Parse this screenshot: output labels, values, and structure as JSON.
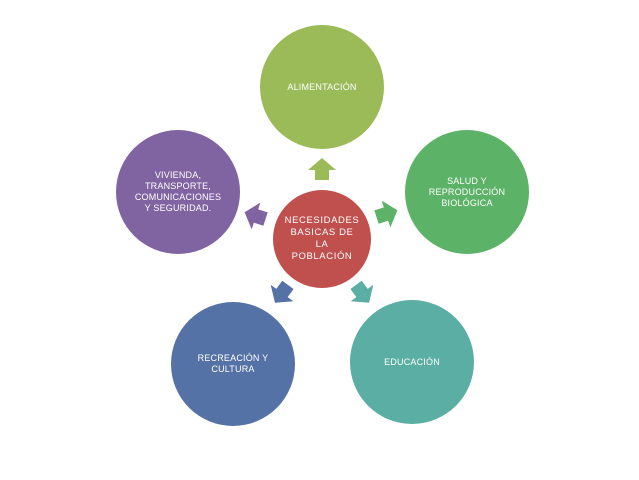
{
  "diagram": {
    "center": {
      "label": "NECESIDADES\nBASICAS DE\nLA\nPOBLACIÓN",
      "color": "#c0504d"
    },
    "nodes": [
      {
        "id": "alimentacion",
        "label": "ALIMENTACIÓN",
        "color": "#9bbb59"
      },
      {
        "id": "salud",
        "label": "SALUD Y\nREPRODUCCIÓN\nBIOLÓGICA",
        "color": "#5cb266"
      },
      {
        "id": "educacion",
        "label": "EDUCACIÓN",
        "color": "#5aaea3"
      },
      {
        "id": "recreacion",
        "label": "RECREACIÓN Y\nCULTURA",
        "color": "#5572a6"
      },
      {
        "id": "vivienda",
        "label": "VIVIENDA,\nTRANSPORTE,\nCOMUNICACIONES\nY SEGURIDAD.",
        "color": "#8064a2"
      }
    ]
  }
}
